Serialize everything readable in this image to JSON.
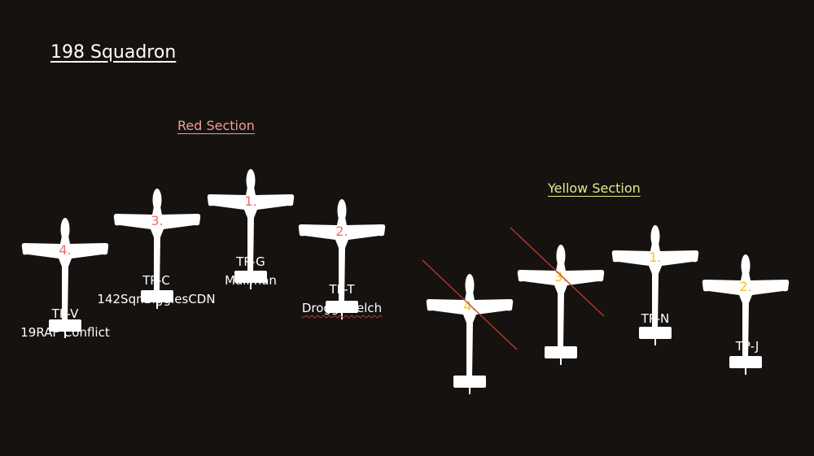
{
  "title": "198 Squadron",
  "colors": {
    "red": "#f26a6a",
    "yellow": "#f5c21a",
    "red_heading": "#f59a9a",
    "yellow_heading": "#e4ec8a",
    "strike": "#c0392b"
  },
  "red_section": {
    "heading": "Red Section",
    "planes": [
      {
        "number": "4.",
        "callsign": "TP-V",
        "pilot": "19RAF Conflict"
      },
      {
        "number": "3.",
        "callsign": "TP-C",
        "pilot": "142SqnBigglesCDN"
      },
      {
        "number": "1.",
        "callsign": "TP-G",
        "pilot": "Mailman"
      },
      {
        "number": "2.",
        "callsign": "TP-T",
        "pilot": "Droggelkelch"
      }
    ]
  },
  "yellow_section": {
    "heading": "Yellow Section",
    "planes": [
      {
        "number": "4.",
        "callsign": "-",
        "crossed_out": true
      },
      {
        "number": "3.",
        "callsign": "-",
        "crossed_out": true
      },
      {
        "number": "1.",
        "callsign": "TP-N"
      },
      {
        "number": "2.",
        "callsign": "TP-J"
      }
    ]
  }
}
